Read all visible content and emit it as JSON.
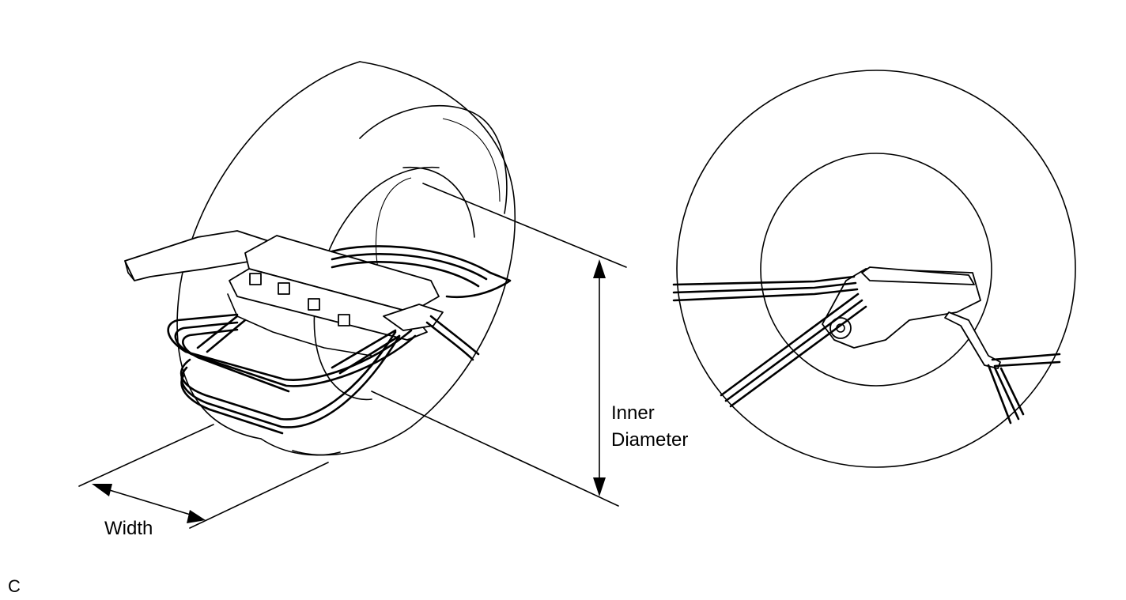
{
  "labels": {
    "inner_diameter_line1": "Inner",
    "inner_diameter_line2": "Diameter",
    "width": "Width",
    "figure_code": "C"
  },
  "colors": {
    "ink": "#000000",
    "paper": "#ffffff"
  }
}
